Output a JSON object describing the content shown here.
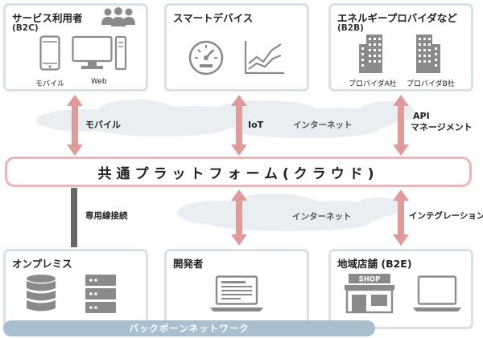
{
  "top_boxes": {
    "consumer": {
      "title": "サービス利用者",
      "sub": "(B2C)",
      "labels": [
        "モバイル",
        "Web"
      ]
    },
    "devices": {
      "title": "スマートデバイス"
    },
    "energy": {
      "title": "エネルギープロバイダなど",
      "sub": "(B2B)",
      "labels": [
        "プロバイダA社",
        "プロバイダB社"
      ]
    }
  },
  "arrows_top": {
    "left": "モバイル",
    "middle": "IoT",
    "cloud": "インターネット",
    "right": [
      "API",
      "マネージメント"
    ]
  },
  "platform": {
    "label": "共通プラットフォーム(クラウド)"
  },
  "arrows_bottom": {
    "leased_line": "専用線接続",
    "cloud": "インターネット",
    "right": "インテグレーション"
  },
  "bottom_boxes": {
    "onprem": {
      "title": "オンプレミス"
    },
    "developer": {
      "title": "開発者"
    },
    "retail": {
      "title": "地域店舗 (B2E)",
      "shop_sign": "SHOP"
    }
  },
  "backbone": {
    "label": "バックボーンネットワーク"
  },
  "colors": {
    "box_border": "#d7e1e9",
    "arrow": "#e09a98",
    "platform_border": "#f0b5b3",
    "icon": "#8a8a8a",
    "backbone": "#a8bfd0",
    "cloud": "#e9eef2",
    "leased_line": "#666666"
  }
}
